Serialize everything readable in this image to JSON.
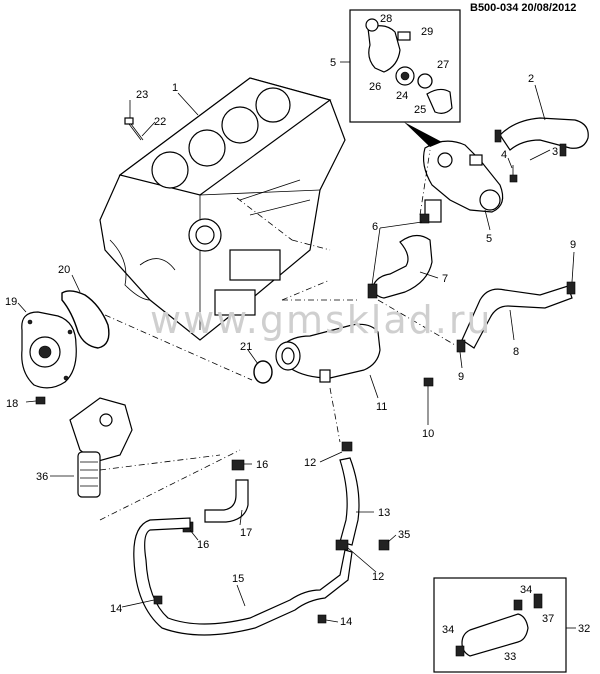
{
  "header": {
    "code": "B500-034  20/08/2012"
  },
  "watermark": "www.gmsklad.ru",
  "callouts": [
    {
      "id": "c1",
      "text": "1"
    },
    {
      "id": "c2",
      "text": "2"
    },
    {
      "id": "c3",
      "text": "3"
    },
    {
      "id": "c4",
      "text": "4"
    },
    {
      "id": "c5a",
      "text": "5"
    },
    {
      "id": "c5b",
      "text": "5"
    },
    {
      "id": "c6",
      "text": "6"
    },
    {
      "id": "c7",
      "text": "7"
    },
    {
      "id": "c8",
      "text": "8"
    },
    {
      "id": "c9a",
      "text": "9"
    },
    {
      "id": "c9b",
      "text": "9"
    },
    {
      "id": "c10",
      "text": "10"
    },
    {
      "id": "c11",
      "text": "11"
    },
    {
      "id": "c12a",
      "text": "12"
    },
    {
      "id": "c12b",
      "text": "12"
    },
    {
      "id": "c13",
      "text": "13"
    },
    {
      "id": "c14a",
      "text": "14"
    },
    {
      "id": "c14b",
      "text": "14"
    },
    {
      "id": "c15",
      "text": "15"
    },
    {
      "id": "c16a",
      "text": "16"
    },
    {
      "id": "c16b",
      "text": "16"
    },
    {
      "id": "c17",
      "text": "17"
    },
    {
      "id": "c18",
      "text": "18"
    },
    {
      "id": "c19",
      "text": "19"
    },
    {
      "id": "c20",
      "text": "20"
    },
    {
      "id": "c21",
      "text": "21"
    },
    {
      "id": "c22",
      "text": "22"
    },
    {
      "id": "c23",
      "text": "23"
    },
    {
      "id": "c24",
      "text": "24"
    },
    {
      "id": "c25",
      "text": "25"
    },
    {
      "id": "c26",
      "text": "26"
    },
    {
      "id": "c27",
      "text": "27"
    },
    {
      "id": "c28",
      "text": "28"
    },
    {
      "id": "c29",
      "text": "29"
    },
    {
      "id": "c32",
      "text": "32"
    },
    {
      "id": "c33",
      "text": "33"
    },
    {
      "id": "c34a",
      "text": "34"
    },
    {
      "id": "c34b",
      "text": "34"
    },
    {
      "id": "c35",
      "text": "35"
    },
    {
      "id": "c36",
      "text": "36"
    },
    {
      "id": "c37",
      "text": "37"
    }
  ]
}
